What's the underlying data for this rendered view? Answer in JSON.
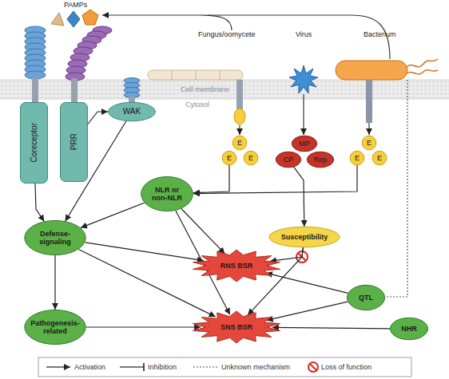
{
  "diagram": {
    "nodes": [
      {
        "text": [
          "Coreceptor"
        ]
      },
      {
        "text": [
          "PRR"
        ]
      },
      {
        "text": [
          "WAK"
        ]
      },
      {
        "text": [
          "E"
        ]
      },
      {
        "text": [
          "E"
        ]
      },
      {
        "text": [
          "E"
        ]
      },
      {
        "text": [
          "MP"
        ]
      },
      {
        "text": [
          "CP"
        ]
      },
      {
        "text": [
          "Rep"
        ]
      },
      {
        "text": [
          "E"
        ]
      },
      {
        "text": [
          "E"
        ]
      },
      {
        "text": [
          "E"
        ]
      },
      {
        "text": [
          "NLR or non-NLR"
        ]
      },
      {
        "text": [
          "Defense-signaling"
        ]
      },
      {
        "text": [
          "Susceptibility"
        ]
      },
      {
        "text": [
          "RNS BSR"
        ]
      },
      {
        "text": [
          "QTL"
        ]
      },
      {
        "text": [
          "Pathogenesis-related"
        ]
      },
      {
        "text": [
          "SNS BSR"
        ]
      },
      {
        "text": [
          "NHR"
        ]
      }
    ],
    "edges": [
      {
        "from": 0,
        "to": 13,
        "arrow": "to"
      },
      {
        "from": 1,
        "to": 2,
        "arrow": "to"
      },
      {
        "from": 2,
        "to": 13,
        "arrow": "to"
      },
      {
        "from": 4,
        "to": 12,
        "arrow": "to"
      },
      {
        "from": 10,
        "to": 12,
        "arrow": "to"
      },
      {
        "from": 7,
        "to": 14,
        "arrow": "to"
      },
      {
        "from": 12,
        "to": 13,
        "arrow": "to"
      },
      {
        "from": 12,
        "to": 15,
        "arrow": "to"
      },
      {
        "from": 12,
        "to": 18,
        "arrow": "to"
      },
      {
        "from": 13,
        "to": 15,
        "arrow": "to"
      },
      {
        "from": 13,
        "to": 18,
        "arrow": "to"
      },
      {
        "from": 13,
        "to": 17,
        "arrow": "to"
      },
      {
        "from": 17,
        "to": 18,
        "arrow": "to"
      },
      {
        "from": 14,
        "to": 15,
        "arrow": "to"
      },
      {
        "from": 14,
        "to": 18,
        "arrow": "to"
      },
      {
        "from": 16,
        "to": 15,
        "arrow": "to"
      },
      {
        "from": 16,
        "to": 18,
        "arrow": "to"
      },
      {
        "from": 19,
        "to": 18,
        "arrow": "to"
      }
    ],
    "labels": [
      "PAMPs",
      "Fungus/oomycete",
      "Virus",
      "Bacterium",
      "Cell membrane",
      "Cytosol"
    ],
    "legend": [
      {
        "text": "Activation"
      },
      {
        "text": "Inhibition"
      },
      {
        "text": "Unknown mechanism"
      },
      {
        "text": "Loss of function"
      }
    ]
  }
}
